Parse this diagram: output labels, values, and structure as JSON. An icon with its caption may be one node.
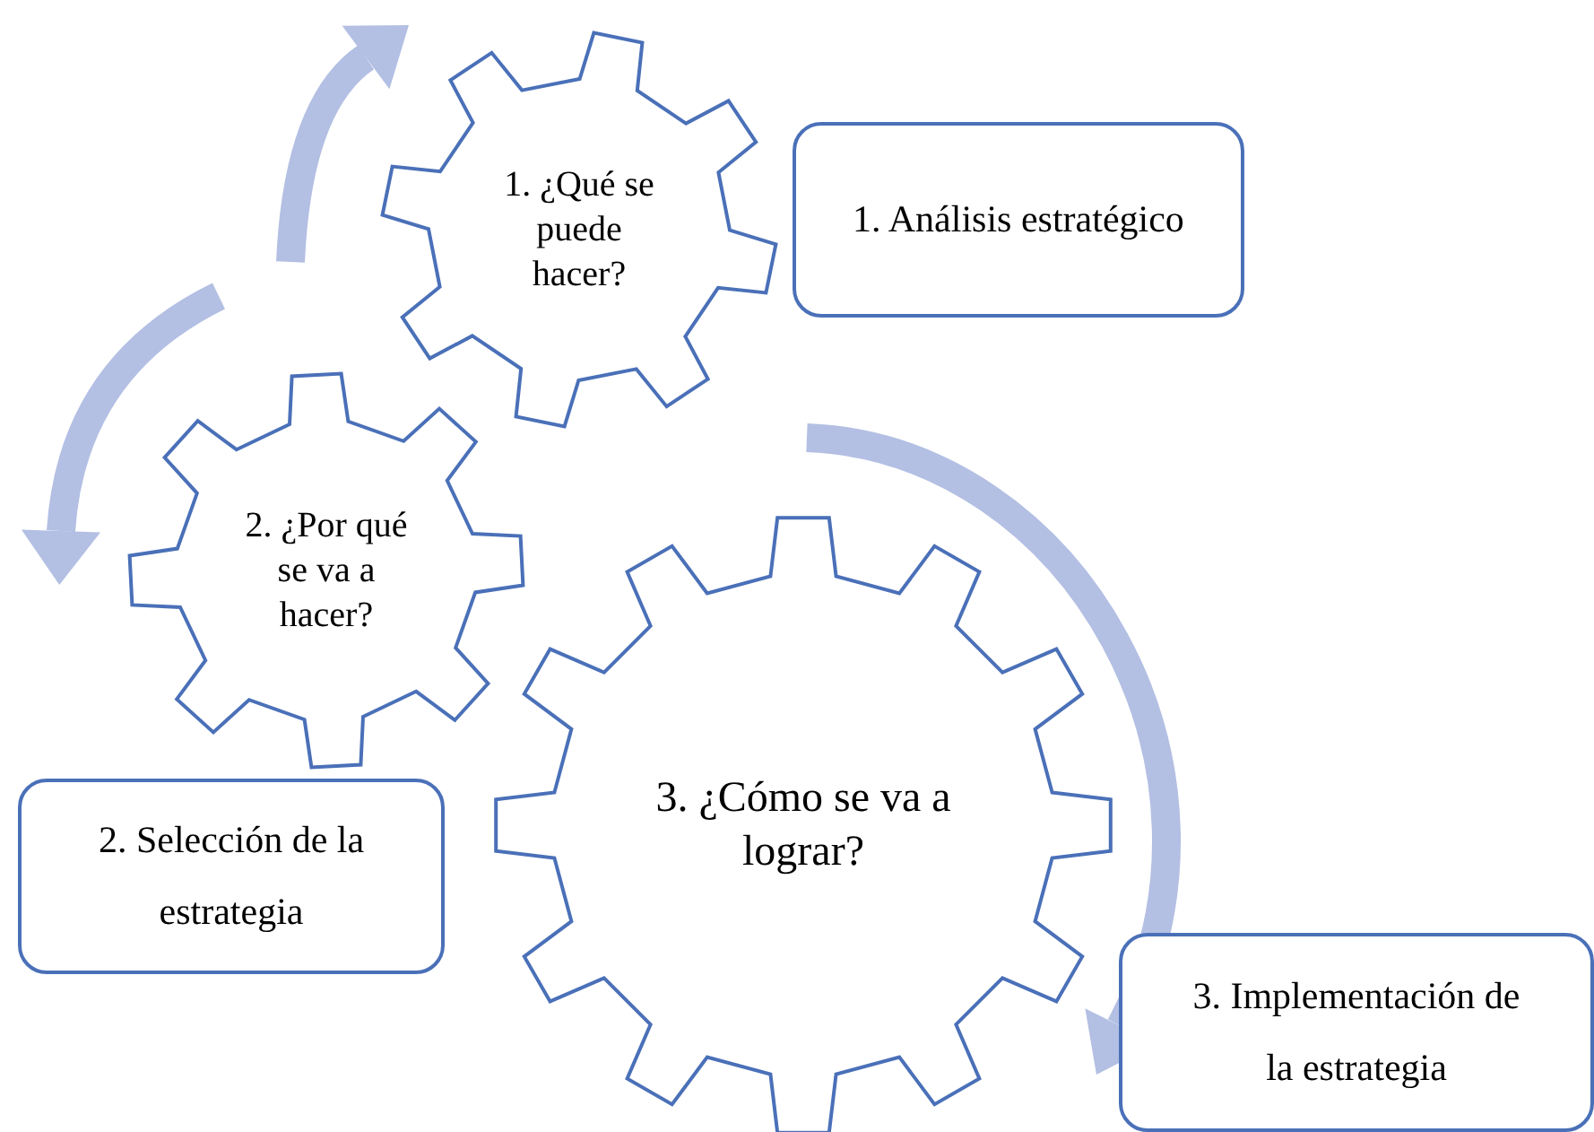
{
  "diagram": {
    "nodes": [
      {
        "text": [
          "1. ¿Qué se puede hacer?"
        ]
      },
      {
        "text": [
          "1. Análisis estratégico"
        ]
      },
      {
        "text": [
          "2. ¿Por qué se va a hacer?"
        ]
      },
      {
        "text": [
          "3. ¿Cómo se va a lograr?"
        ]
      },
      {
        "text": [
          "2. Selección de la estrategia"
        ]
      },
      {
        "text": [
          "3. Implementación de la estrategia"
        ]
      }
    ]
  }
}
